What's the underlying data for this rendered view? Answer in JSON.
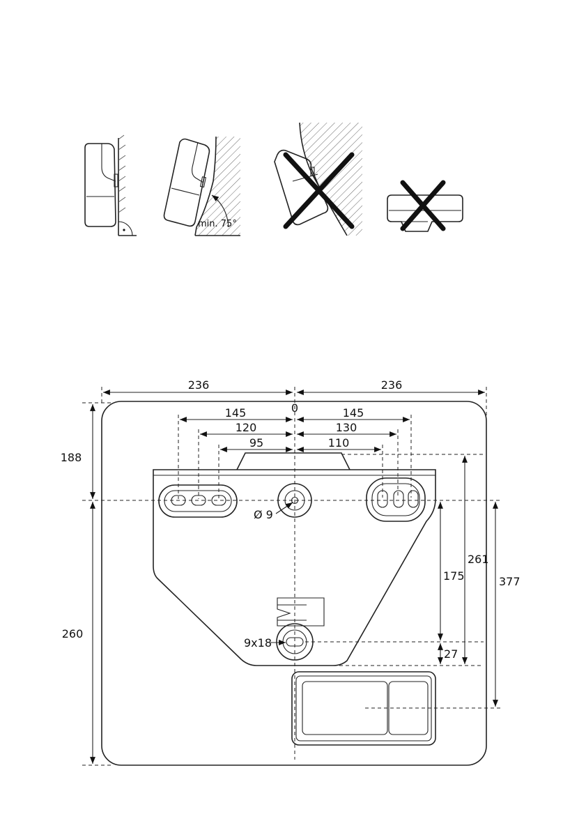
{
  "orientation": {
    "angle_label": "min. 75°"
  },
  "dimensions": {
    "top_left": "236",
    "top_right": "236",
    "origin": "0",
    "left_145": "145",
    "left_120": "120",
    "left_95": "95",
    "right_145": "145",
    "right_130": "130",
    "right_110": "110",
    "left_188": "188",
    "left_260": "260",
    "hole_diameter": "Ø 9",
    "slot_size": "9x18",
    "right_175": "175",
    "right_27": "27",
    "right_261": "261",
    "right_377": "377"
  }
}
